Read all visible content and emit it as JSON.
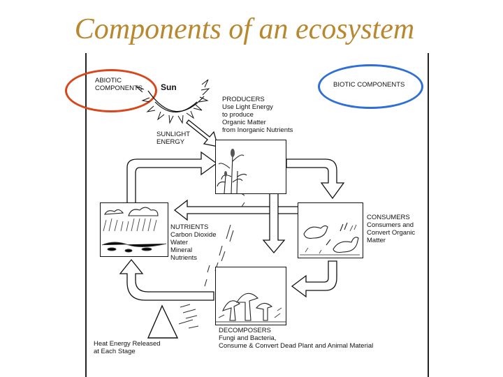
{
  "title": "Components of an ecosystem",
  "diagram": {
    "abiotic_label": "ABIOTIC\nCOMPONENTS",
    "sun_label": "Sun",
    "biotic_label": "BIOTIC COMPONENTS",
    "sunlight_label": "SUNLIGHT\nENERGY",
    "producers_title": "PRODUCERS",
    "producers_desc": "Use Light Energy\nto produce\nOrganic Matter\nfrom Inorganic Nutrients",
    "consumers_title": "CONSUMERS",
    "consumers_desc": "Consumers and\nConvert Organic\nMatter",
    "nutrients_title": "NUTRIENTS",
    "nutrients_desc": "Carbon Dioxide\nWater\nMineral\nNutrients",
    "decomposers_title": "DECOMPOSERS",
    "decomposers_desc": "Fungi and Bacteria,\nConsume & Convert Dead Plant and Animal Material",
    "heat_label": "Heat Energy Released\nat Each Stage"
  },
  "colors": {
    "title": "#b8872e",
    "abiotic_oval": "#d9461c",
    "biotic_oval": "#2f6fd6"
  }
}
